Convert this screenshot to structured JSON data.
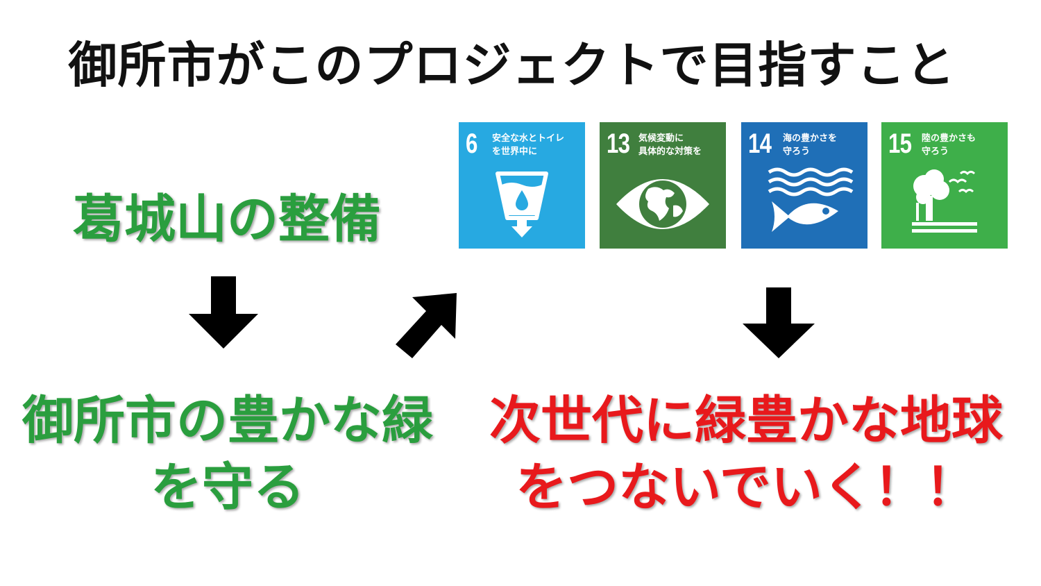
{
  "title": "御所市がこのプロジェクトで目指すこと",
  "flow": {
    "start": "葛城山の整備",
    "middle_lines": [
      "御所市の豊かな緑",
      "を守る"
    ],
    "goal_lines": [
      "次世代に緑豊かな地球",
      "をつないでいく！！"
    ]
  },
  "sdg_goals": [
    {
      "number": "6",
      "label": "安全な水とトイレ\nを世界中に",
      "color": "#27a9e1",
      "icon": "water-cup-icon"
    },
    {
      "number": "13",
      "label": "気候変動に\n具体的な対策を",
      "color": "#407f3e",
      "icon": "earth-eye-icon"
    },
    {
      "number": "14",
      "label": "海の豊かさを\n守ろう",
      "color": "#1f6fb7",
      "icon": "fish-waves-icon"
    },
    {
      "number": "15",
      "label": "陸の豊かさも\n守ろう",
      "color": "#3eaf4a",
      "icon": "tree-birds-icon"
    }
  ],
  "colors": {
    "green_text": "#2a9e3e",
    "red_text": "#e8191c",
    "arrow": "#000000"
  }
}
